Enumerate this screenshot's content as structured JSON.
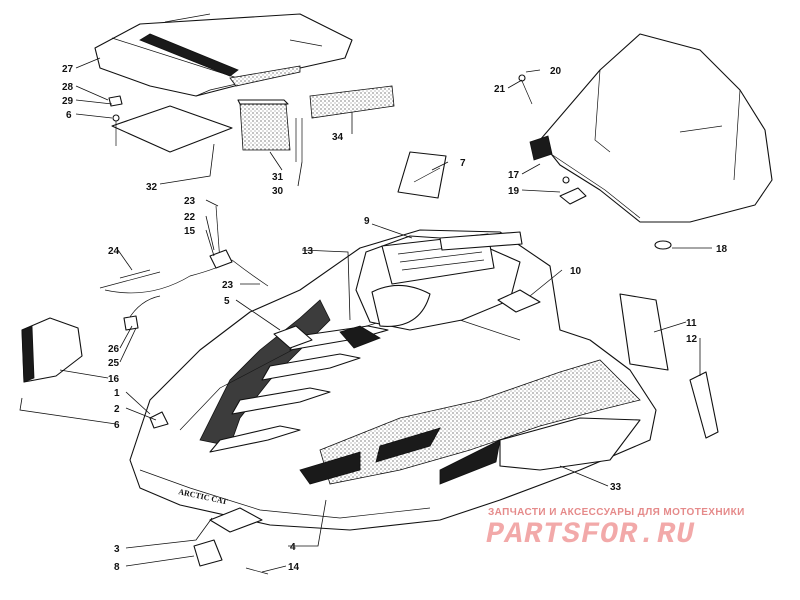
{
  "callouts": [
    {
      "id": "c27",
      "label": "27"
    },
    {
      "id": "c28",
      "label": "28"
    },
    {
      "id": "c29",
      "label": "29"
    },
    {
      "id": "c6a",
      "label": "6"
    },
    {
      "id": "c31",
      "label": "31"
    },
    {
      "id": "c30",
      "label": "30"
    },
    {
      "id": "c34",
      "label": "34"
    },
    {
      "id": "c32",
      "label": "32"
    },
    {
      "id": "c20",
      "label": "20"
    },
    {
      "id": "c21",
      "label": "21"
    },
    {
      "id": "c17",
      "label": "17"
    },
    {
      "id": "c19",
      "label": "19"
    },
    {
      "id": "c18",
      "label": "18"
    },
    {
      "id": "c7",
      "label": "7"
    },
    {
      "id": "c9",
      "label": "9"
    },
    {
      "id": "c23a",
      "label": "23"
    },
    {
      "id": "c22",
      "label": "22"
    },
    {
      "id": "c15",
      "label": "15"
    },
    {
      "id": "c24",
      "label": "24"
    },
    {
      "id": "c13",
      "label": "13"
    },
    {
      "id": "c23b",
      "label": "23"
    },
    {
      "id": "c5",
      "label": "5"
    },
    {
      "id": "c10",
      "label": "10"
    },
    {
      "id": "c11",
      "label": "11"
    },
    {
      "id": "c12",
      "label": "12"
    },
    {
      "id": "c26",
      "label": "26"
    },
    {
      "id": "c25",
      "label": "25"
    },
    {
      "id": "c16",
      "label": "16"
    },
    {
      "id": "c1",
      "label": "1"
    },
    {
      "id": "c2",
      "label": "2"
    },
    {
      "id": "c6b",
      "label": "6"
    },
    {
      "id": "c33",
      "label": "33"
    },
    {
      "id": "c3",
      "label": "3"
    },
    {
      "id": "c4",
      "label": "4"
    },
    {
      "id": "c8",
      "label": "8"
    },
    {
      "id": "c14",
      "label": "14"
    }
  ],
  "hood_brand": "ARCTIC CAT",
  "watermark": {
    "tagline": "ЗАПЧАСТИ И АКСЕССУАРЫ ДЛЯ МОТОТЕХНИКИ",
    "logo": "PARTSFOR.RU"
  },
  "colors": {
    "line": "#111111",
    "background": "#ffffff",
    "watermark": "#e58a8a"
  }
}
